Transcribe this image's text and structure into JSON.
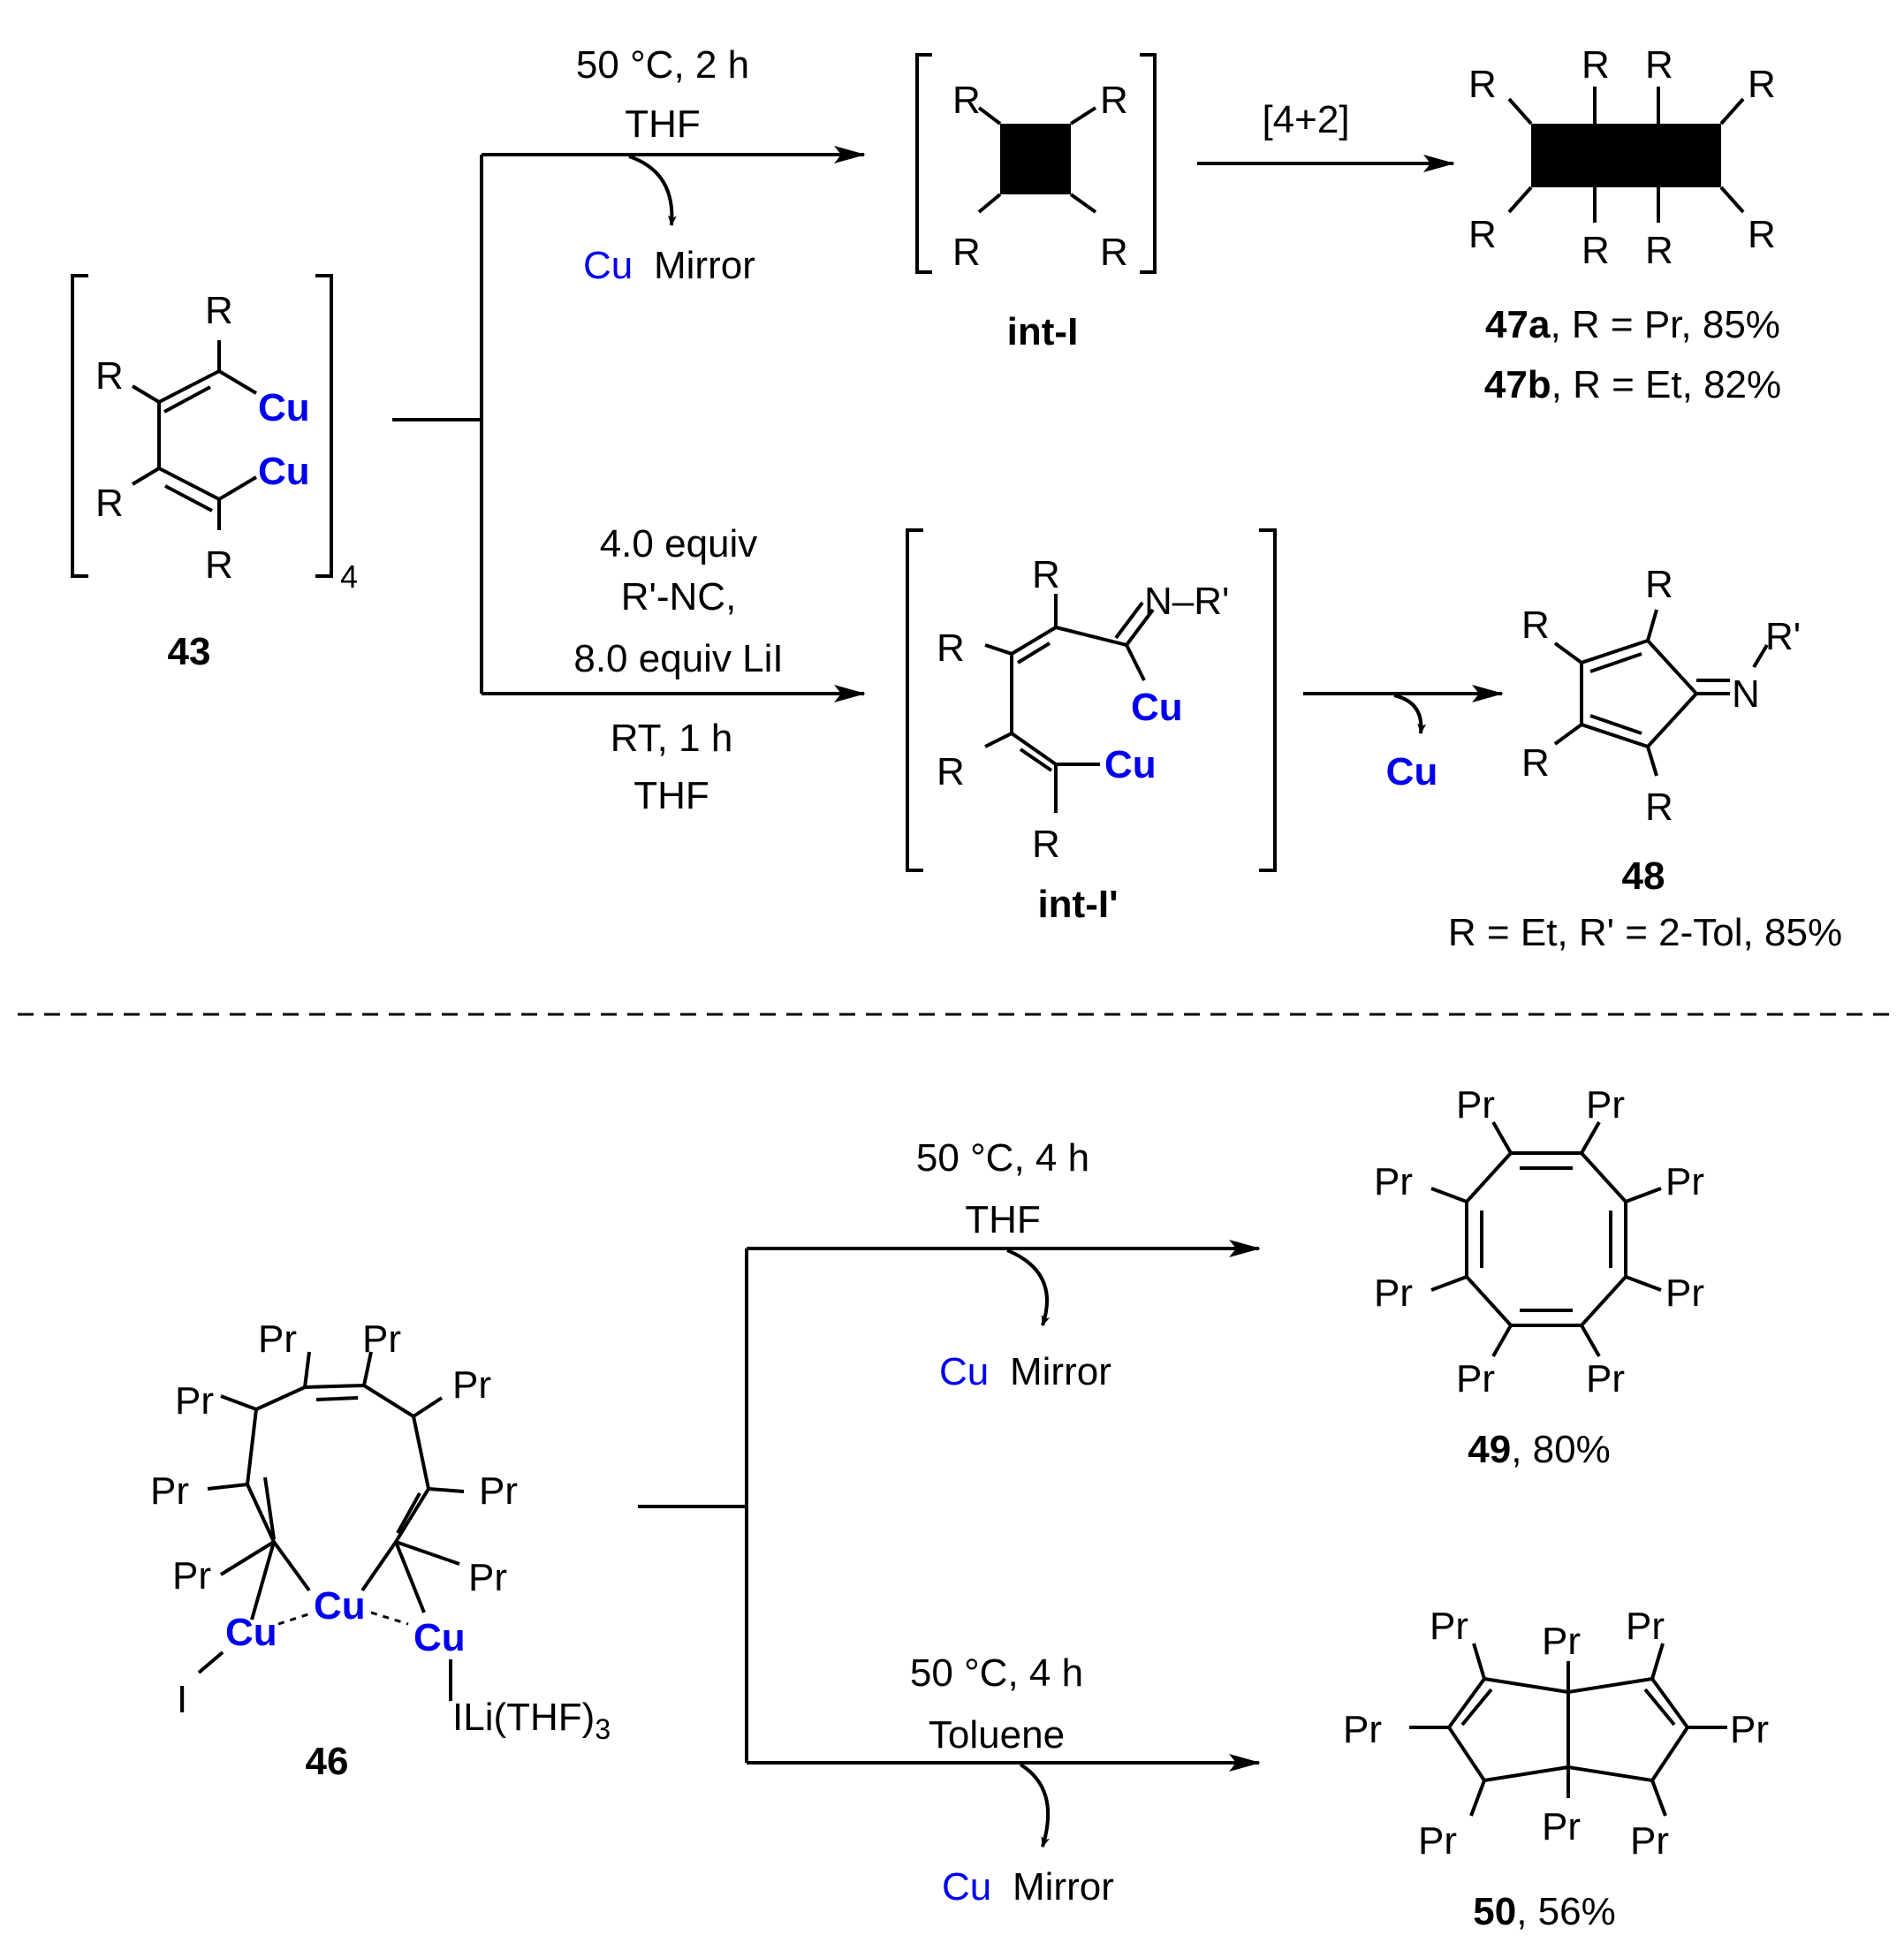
{
  "colors": {
    "copper": "#0000ee",
    "ink": "#000000"
  },
  "labels": {
    "R": "R",
    "Rp": "R'",
    "Pr": "Pr",
    "Cu": "Cu",
    "I": "I",
    "N": "N",
    "sub4": "4",
    "sub3": "3",
    "NRp": "N–R'",
    "ILi": "ILi(THF)"
  },
  "top": {
    "c43": "43",
    "upper_cond1": "50 °C, 2 h",
    "upper_cond2": "THF",
    "cu_mirror_a": "Cu",
    "mirror_word": "Mirror",
    "intI": "int-I",
    "cycloadd": "[4+2]",
    "p47a_id": "47a",
    "p47a_rest": ", R = Pr, 85%",
    "p47b_id": "47b",
    "p47b_rest": ", R = Et, 82%",
    "lower_cond1": "4.0 equiv",
    "lower_cond2": "R'-NC,",
    "lower_cond3": "8.0 equiv LiI",
    "lower_cond4": "RT, 1 h",
    "lower_cond5": "THF",
    "intIp": "int-I'",
    "cu_loss": "Cu",
    "p48_id": "48",
    "p48_cond": "R = Et, R' = 2-Tol, 85%"
  },
  "bottom": {
    "c46": "46",
    "upper_cond1": "50 °C, 4 h",
    "upper_cond2": "THF",
    "cu_mirror": "Cu",
    "mirror_word": "Mirror",
    "p49_id": "49",
    "p49_rest": ", 80%",
    "lower_cond1": "50 °C, 4 h",
    "lower_cond2": "Toluene",
    "p50_id": "50",
    "p50_rest": ", 56%"
  }
}
